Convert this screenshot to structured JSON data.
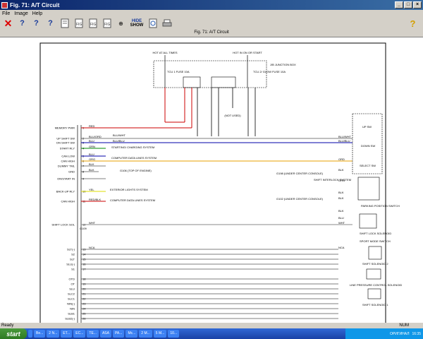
{
  "window": {
    "title": "Fig. 71: A/T Circuit",
    "buttons": [
      "_",
      "□",
      "×"
    ]
  },
  "menu": [
    "File",
    "Image",
    "Help"
  ],
  "toolbar": {
    "hide_show_label_1": "HIDE",
    "hide_show_label_2": "SHOW",
    "help_label": "?"
  },
  "figure_title": "Fig. 71: A/T Circuit",
  "status": {
    "left": "Ready",
    "right": "NUM"
  },
  "taskbar": {
    "start_label": "start",
    "tasks": [
      "",
      "Be...",
      "2 N...",
      "ET...",
      "ЕС...",
      "TE...",
      "ASA",
      "PA...",
      "Mc...",
      "2 M...",
      "5 M...",
      "10..."
    ],
    "tray_lang": "ОРИГИНАЛ",
    "clock": "16:35"
  },
  "diagram": {
    "header_left": "HOT AT ALL TIMES",
    "header_right": "HOT IN ON OR START",
    "junction_box": "J/B JUNCTION BOX",
    "fuse_1": "TCU 1 FUSE 10A",
    "fuse_2": "TCU 2/ GLOW FUSE 10A",
    "not_used": "(NOT USED)",
    "left_labels": [
      "MEMORY PWR",
      "UP SHIFT SW",
      "DN SHIFT SW",
      "START RLY",
      "CAN LOW",
      "CAN HIGH",
      "DUMMY TML",
      "GND",
      "ON/START IN",
      "BACK-UP RLY",
      "CAN HIGH",
      "SHIFT LOCK SOL",
      "SLT(-)",
      "S2",
      "SLT",
      "SLU(-)",
      "S1",
      "OTD",
      "OT",
      "SLU",
      "SLC2",
      "SLC1",
      "NIN(-)",
      "NIN",
      "SLB1",
      "SLB2(-)"
    ],
    "pin_numbers": [
      "1",
      "2",
      "3",
      "4",
      "5",
      "6",
      "7",
      "8",
      "9",
      "10",
      "11",
      "12",
      "13",
      "14",
      "15",
      "16",
      "17",
      "18",
      "19",
      "20",
      "21",
      "22",
      "23",
      "24",
      "25",
      "26",
      "27",
      "28"
    ],
    "wire_colors_left": [
      "RED",
      "BLU/ORD",
      "BLU",
      "GRN",
      "BLU",
      "ORG",
      "BLK",
      "BLK",
      "YEL",
      "RED/BLK",
      "WHT",
      "NCA"
    ],
    "notes": [
      "BLU/WHT",
      "BLU/BLU",
      "STARTING/ CHARGING SYSTEM",
      "COMPUTER DATA LINES SYSTEM",
      "G106 (TOP OF ENGINE)",
      "EXTERIOR LIGHTS SYSTEM",
      "COMPUTER DATA LINES SYSTEM",
      "G109",
      "G198 (UNDER CENTER CONSOLE)",
      "G102 (UNDER CENTER CONSOLE)",
      "SHIFT INTERLOCK SYSTEM"
    ],
    "right_components": [
      "UP SW",
      "DOWN SW",
      "SELECT SW",
      "PARKING POSITION SWITCH",
      "SHIFT LOCK SOLENOID",
      "SPORT MODE SWITCH",
      "SHIFT SOLENOID 2",
      "LINE PRESSURE CONTROL SOLENOID",
      "SHIFT SOLENOID 1"
    ],
    "right_wire_labels": [
      "BLU/WHT",
      "BLU/BLU",
      "ORD",
      "BLK",
      "GRN",
      "BLK",
      "BLK",
      "BLK",
      "BLU",
      "WHT",
      "NCA"
    ]
  }
}
